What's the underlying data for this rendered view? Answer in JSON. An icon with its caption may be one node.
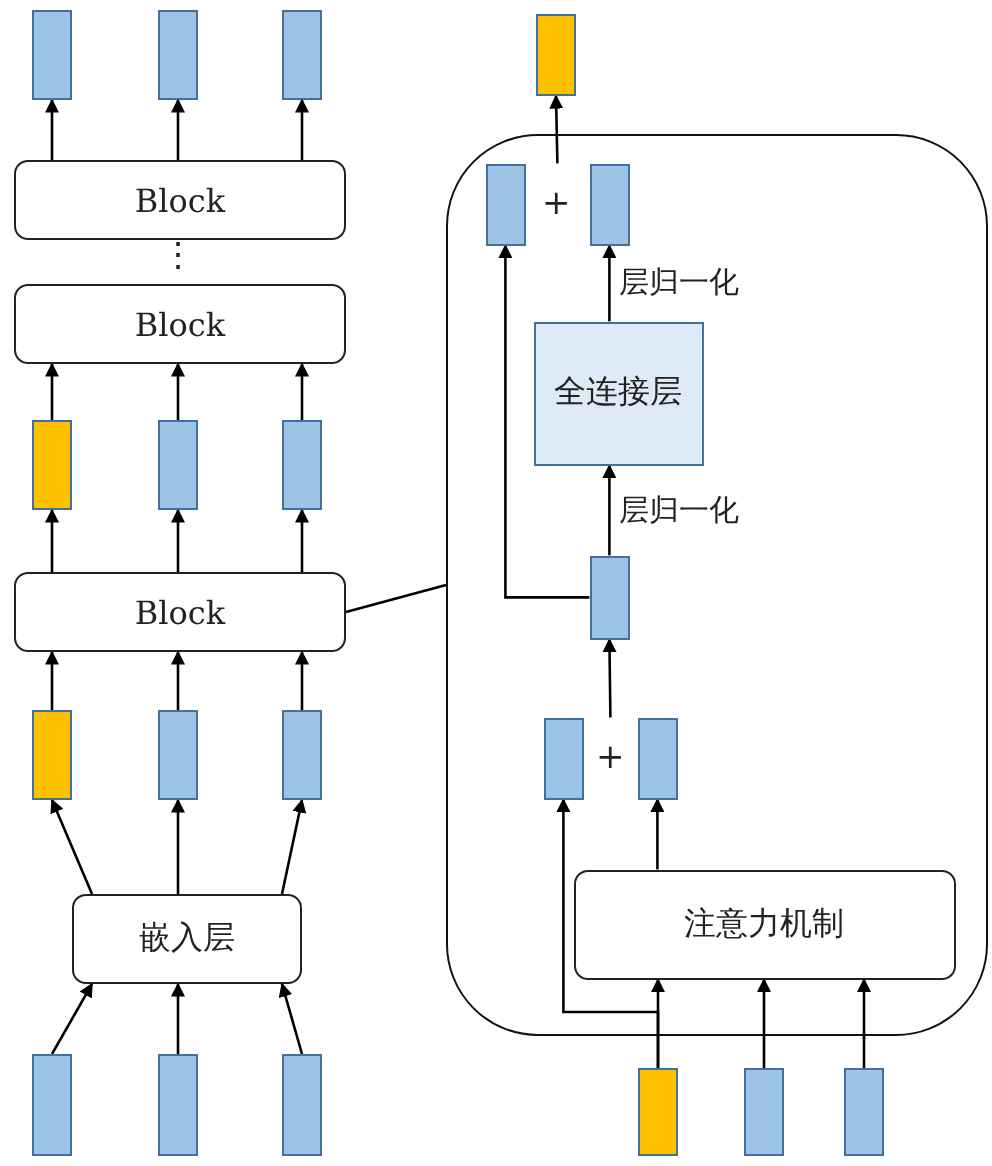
{
  "diagram": {
    "nodes": [
      {
        "text": [],
        "shape": "bar"
      },
      {
        "text": [],
        "shape": "bar"
      },
      {
        "text": [],
        "shape": "bar"
      },
      {
        "text": [
          "Block"
        ]
      },
      {
        "text": [
          "Block"
        ]
      },
      {
        "text": [],
        "shape": "bar"
      },
      {
        "text": [],
        "shape": "bar"
      },
      {
        "text": [],
        "shape": "bar"
      },
      {
        "text": [
          "Block"
        ]
      },
      {
        "text": [],
        "shape": "bar"
      },
      {
        "text": [],
        "shape": "bar"
      },
      {
        "text": [],
        "shape": "bar"
      },
      {
        "text": [
          "嵌入层"
        ]
      },
      {
        "text": [],
        "shape": "bar"
      },
      {
        "text": [],
        "shape": "bar"
      },
      {
        "text": [],
        "shape": "bar"
      },
      {
        "text": [],
        "shape": "box"
      },
      {
        "text": [],
        "shape": "bar"
      },
      {
        "text": [],
        "shape": "bar",
        "in": 16
      },
      {
        "text": [],
        "shape": "bar",
        "in": 16
      },
      {
        "text": [
          "全连接层"
        ],
        "in": 16
      },
      {
        "text": [],
        "shape": "bar",
        "in": 16
      },
      {
        "text": [],
        "shape": "bar",
        "in": 16
      },
      {
        "text": [],
        "shape": "bar",
        "in": 16
      },
      {
        "text": [
          "注意力机制"
        ],
        "in": 16
      },
      {
        "text": [],
        "shape": "bar"
      },
      {
        "text": [],
        "shape": "bar"
      },
      {
        "text": [],
        "shape": "bar"
      }
    ],
    "edges": [
      {
        "from": 3,
        "to": 0,
        "arrow": "to"
      },
      {
        "from": 3,
        "to": 1,
        "arrow": "to"
      },
      {
        "from": 3,
        "to": 2,
        "arrow": "to"
      },
      {
        "from": 5,
        "to": 4,
        "arrow": "to"
      },
      {
        "from": 6,
        "to": 4,
        "arrow": "to"
      },
      {
        "from": 7,
        "to": 4,
        "arrow": "to"
      },
      {
        "from": 8,
        "to": 5,
        "arrow": "to"
      },
      {
        "from": 8,
        "to": 6,
        "arrow": "to"
      },
      {
        "from": 8,
        "to": 7,
        "arrow": "to"
      },
      {
        "from": 9,
        "to": 8,
        "arrow": "to"
      },
      {
        "from": 10,
        "to": 8,
        "arrow": "to"
      },
      {
        "from": 11,
        "to": 8,
        "arrow": "to"
      },
      {
        "from": 12,
        "to": 9,
        "arrow": "to"
      },
      {
        "from": 12,
        "to": 10,
        "arrow": "to"
      },
      {
        "from": 12,
        "to": 11,
        "arrow": "to"
      },
      {
        "from": 13,
        "to": 12,
        "arrow": "to"
      },
      {
        "from": 14,
        "to": 12,
        "arrow": "to"
      },
      {
        "from": 15,
        "to": 12,
        "arrow": "to"
      },
      {
        "from": 8,
        "to": 16,
        "arrow": "none"
      },
      {
        "from": 18,
        "to": 17,
        "arrow": "to"
      },
      {
        "from": 19,
        "to": 17,
        "arrow": "to"
      },
      {
        "from": 20,
        "to": 19,
        "arrow": "to",
        "label": "层归一化"
      },
      {
        "from": 21,
        "to": 20,
        "arrow": "to",
        "label": "层归一化"
      },
      {
        "from": 21,
        "to": 18,
        "arrow": "to"
      },
      {
        "from": 22,
        "to": 21,
        "arrow": "to"
      },
      {
        "from": 23,
        "to": 21,
        "arrow": "to"
      },
      {
        "from": 24,
        "to": 23,
        "arrow": "to"
      },
      {
        "from": 25,
        "to": 22,
        "arrow": "to"
      },
      {
        "from": 25,
        "to": 24,
        "arrow": "to"
      },
      {
        "from": 26,
        "to": 24,
        "arrow": "to"
      },
      {
        "from": 27,
        "to": 24,
        "arrow": "to"
      }
    ],
    "labels": [
      "⋮",
      "+",
      "+"
    ]
  }
}
